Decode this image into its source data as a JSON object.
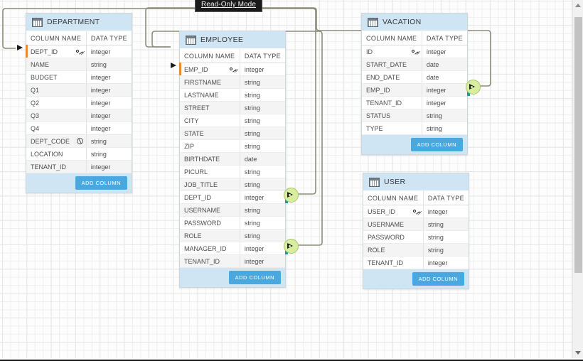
{
  "app": {
    "mode_badge": "Read-Only Mode",
    "canvas_name": "er-diagram-canvas"
  },
  "columns_header": {
    "name": "COLUMN NAME",
    "type": "DATA TYPE"
  },
  "buttons": {
    "add_column": "ADD COLUMN"
  },
  "colors": {
    "entity_header": "#cfe5f3",
    "add_button": "#4aa8e0",
    "pk_marker": "#e98a2b",
    "fk_marker": "#13a08e",
    "endpoint_fill": "#d8eda0",
    "link_line": "#8d8d7a",
    "badge_bg": "#1b1b1b"
  },
  "entities": [
    {
      "id": "department",
      "title": "DEPARTMENT",
      "icon": "table-icon",
      "columns": [
        {
          "name": "DEPT_ID",
          "type": "integer",
          "icon": "key-icon",
          "pk": true,
          "fk": false
        },
        {
          "name": "NAME",
          "type": "string",
          "icon": "",
          "pk": false,
          "fk": false
        },
        {
          "name": "BUDGET",
          "type": "integer",
          "icon": "",
          "pk": false,
          "fk": false
        },
        {
          "name": "Q1",
          "type": "integer",
          "icon": "",
          "pk": false,
          "fk": false
        },
        {
          "name": "Q2",
          "type": "integer",
          "icon": "",
          "pk": false,
          "fk": false
        },
        {
          "name": "Q3",
          "type": "integer",
          "icon": "",
          "pk": false,
          "fk": false
        },
        {
          "name": "Q4",
          "type": "integer",
          "icon": "",
          "pk": false,
          "fk": false
        },
        {
          "name": "DEPT_CODE",
          "type": "string",
          "icon": "unique-icon",
          "pk": false,
          "fk": false
        },
        {
          "name": "LOCATION",
          "type": "string",
          "icon": "",
          "pk": false,
          "fk": false
        },
        {
          "name": "TENANT_ID",
          "type": "integer",
          "icon": "",
          "pk": false,
          "fk": false
        }
      ]
    },
    {
      "id": "employee",
      "title": "EMPLOYEE",
      "icon": "table-icon",
      "columns": [
        {
          "name": "EMP_ID",
          "type": "integer",
          "icon": "key-icon",
          "pk": true,
          "fk": false
        },
        {
          "name": "FIRSTNAME",
          "type": "string",
          "icon": "",
          "pk": false,
          "fk": false
        },
        {
          "name": "LASTNAME",
          "type": "string",
          "icon": "",
          "pk": false,
          "fk": false
        },
        {
          "name": "STREET",
          "type": "string",
          "icon": "",
          "pk": false,
          "fk": false
        },
        {
          "name": "CITY",
          "type": "string",
          "icon": "",
          "pk": false,
          "fk": false
        },
        {
          "name": "STATE",
          "type": "string",
          "icon": "",
          "pk": false,
          "fk": false
        },
        {
          "name": "ZIP",
          "type": "string",
          "icon": "",
          "pk": false,
          "fk": false
        },
        {
          "name": "BIRTHDATE",
          "type": "date",
          "icon": "",
          "pk": false,
          "fk": false
        },
        {
          "name": "PICURL",
          "type": "string",
          "icon": "",
          "pk": false,
          "fk": false
        },
        {
          "name": "JOB_TITLE",
          "type": "string",
          "icon": "",
          "pk": false,
          "fk": false
        },
        {
          "name": "DEPT_ID",
          "type": "integer",
          "icon": "",
          "pk": false,
          "fk": true
        },
        {
          "name": "USERNAME",
          "type": "string",
          "icon": "",
          "pk": false,
          "fk": false
        },
        {
          "name": "PASSWORD",
          "type": "string",
          "icon": "",
          "pk": false,
          "fk": false
        },
        {
          "name": "ROLE",
          "type": "string",
          "icon": "",
          "pk": false,
          "fk": false
        },
        {
          "name": "MANAGER_ID",
          "type": "integer",
          "icon": "",
          "pk": false,
          "fk": true
        },
        {
          "name": "TENANT_ID",
          "type": "integer",
          "icon": "",
          "pk": false,
          "fk": false
        }
      ]
    },
    {
      "id": "vacation",
      "title": "VACATION",
      "icon": "table-icon",
      "columns": [
        {
          "name": "ID",
          "type": "integer",
          "icon": "key-icon",
          "pk": true,
          "fk": false
        },
        {
          "name": "START_DATE",
          "type": "date",
          "icon": "",
          "pk": false,
          "fk": false
        },
        {
          "name": "END_DATE",
          "type": "date",
          "icon": "",
          "pk": false,
          "fk": false
        },
        {
          "name": "EMP_ID",
          "type": "integer",
          "icon": "",
          "pk": false,
          "fk": true
        },
        {
          "name": "TENANT_ID",
          "type": "integer",
          "icon": "",
          "pk": false,
          "fk": false
        },
        {
          "name": "STATUS",
          "type": "string",
          "icon": "",
          "pk": false,
          "fk": false
        },
        {
          "name": "TYPE",
          "type": "string",
          "icon": "",
          "pk": false,
          "fk": false
        }
      ]
    },
    {
      "id": "user",
      "title": "USER",
      "icon": "table-icon",
      "columns": [
        {
          "name": "USER_ID",
          "type": "integer",
          "icon": "key-icon",
          "pk": true,
          "fk": false
        },
        {
          "name": "USERNAME",
          "type": "string",
          "icon": "",
          "pk": false,
          "fk": false
        },
        {
          "name": "PASSWORD",
          "type": "string",
          "icon": "",
          "pk": false,
          "fk": false
        },
        {
          "name": "ROLE",
          "type": "string",
          "icon": "",
          "pk": false,
          "fk": false
        },
        {
          "name": "TENANT_ID",
          "type": "integer",
          "icon": "",
          "pk": false,
          "fk": false
        }
      ]
    }
  ],
  "relations": [
    {
      "id": "employee-dept",
      "from": "EMPLOYEE.DEPT_ID",
      "to": "DEPARTMENT.DEPT_ID"
    },
    {
      "id": "employee-manager",
      "from": "EMPLOYEE.MANAGER_ID",
      "to": "EMPLOYEE.EMP_ID"
    },
    {
      "id": "vacation-employee",
      "from": "VACATION.EMP_ID",
      "to": "EMPLOYEE.EMP_ID"
    }
  ]
}
